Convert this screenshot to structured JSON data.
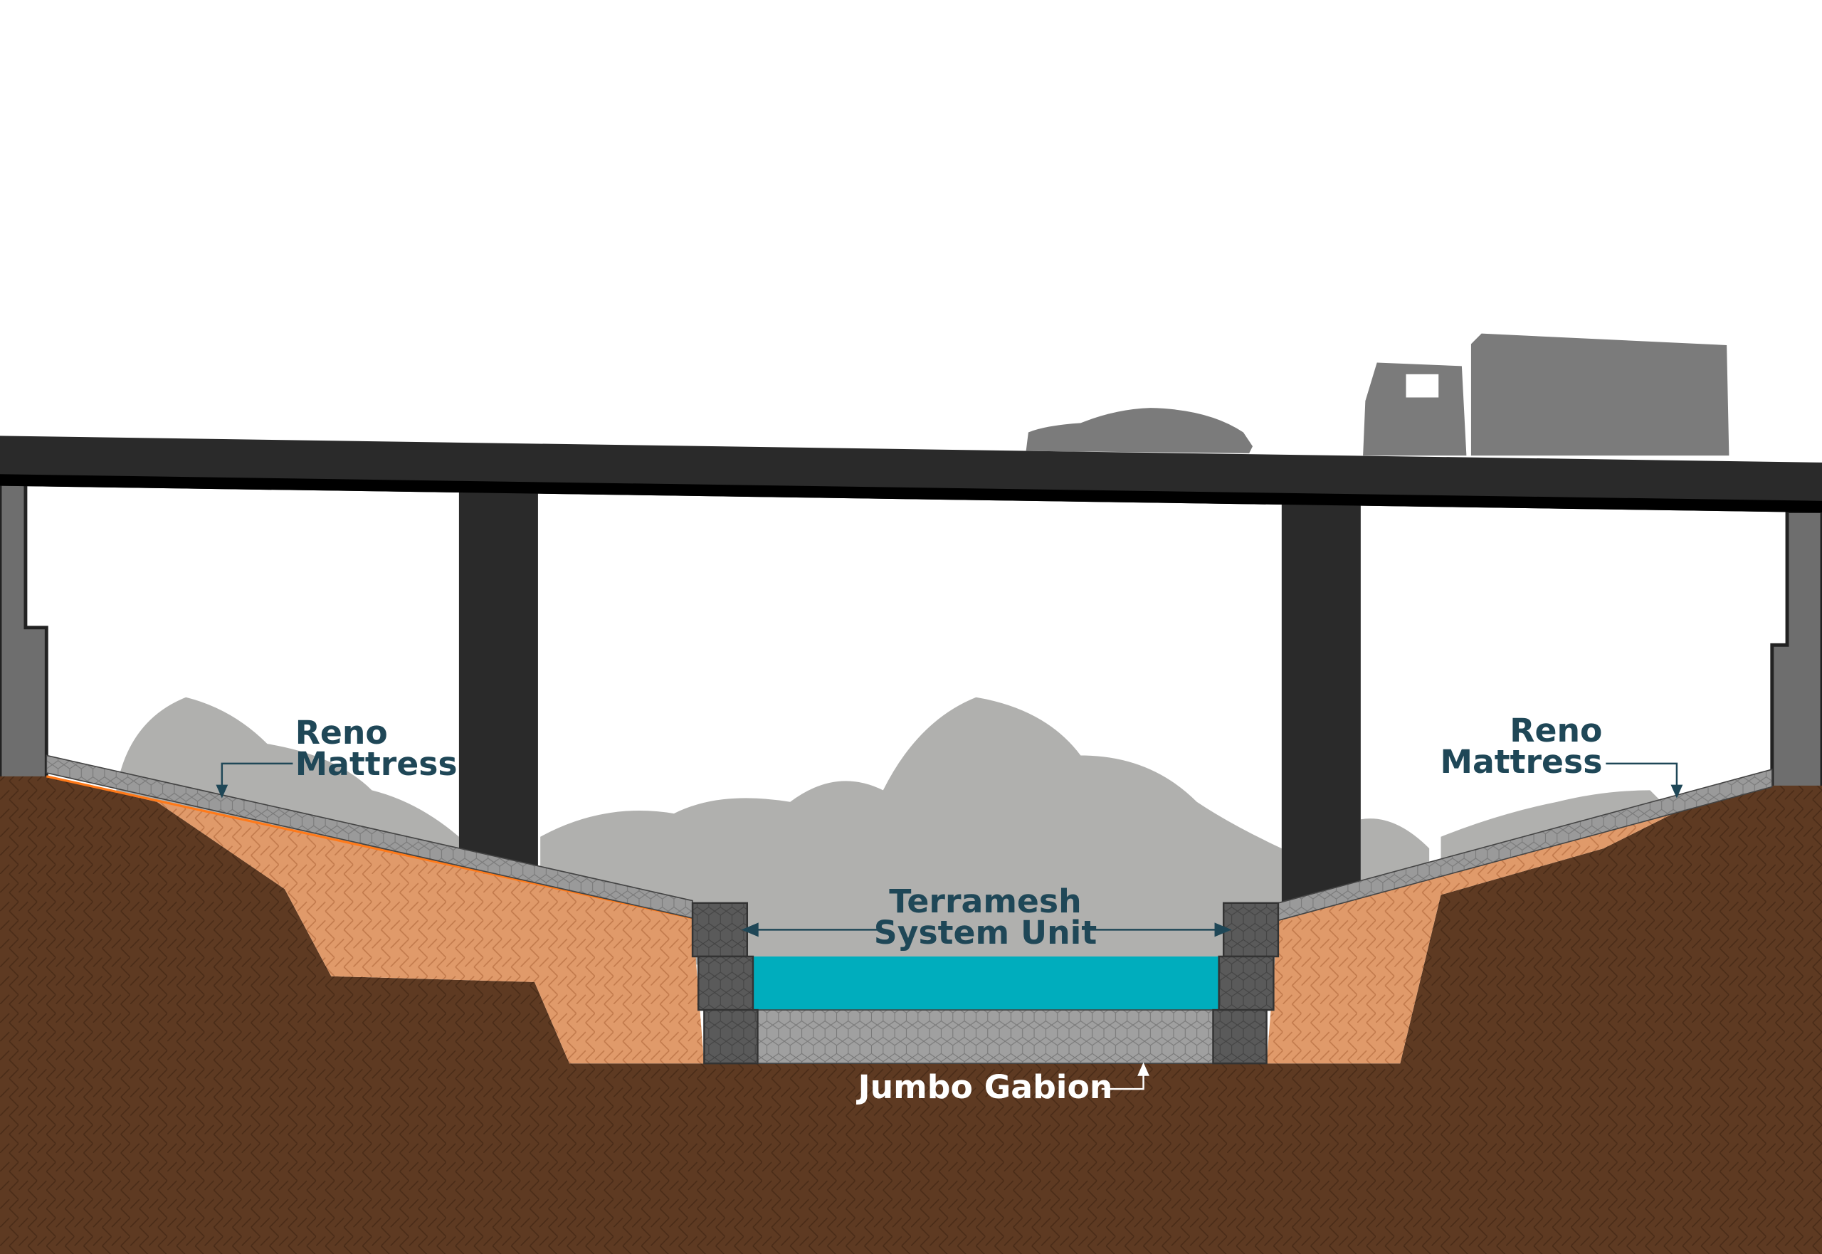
{
  "labels": {
    "reno_left_line1": "Reno",
    "reno_left_line2": "Mattress",
    "reno_right_line1": "Reno",
    "reno_right_line2": "Mattress",
    "terramesh_line1": "Terramesh",
    "terramesh_line2": "System Unit",
    "jumbo_gabion": "Jumbo Gabion"
  },
  "colors": {
    "label_dark": "#1f4757",
    "soil": "#5e3a22",
    "backfill": "#e09a6a",
    "water": "#00adbd",
    "deck": "#2a2a2a",
    "gabion": "#5a5a5a",
    "trees": "#b0b0ae"
  }
}
